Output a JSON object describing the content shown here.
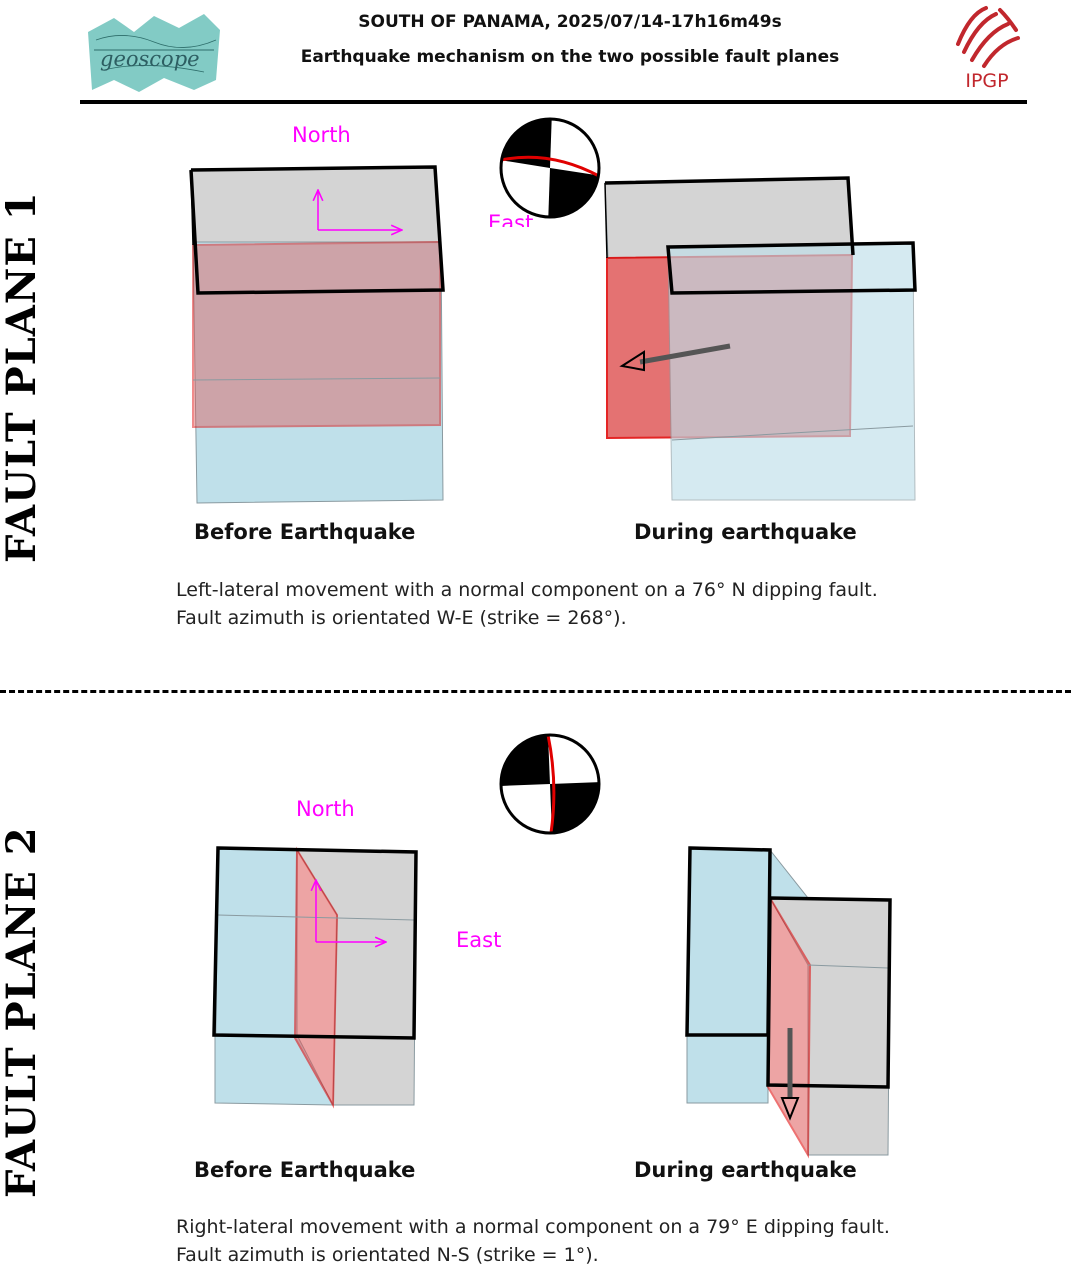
{
  "header": {
    "title": "SOUTH OF PANAMA, 2025/07/14-17h16m49s",
    "subtitle": "Earthquake mechanism on the two possible fault planes",
    "left_logo_text": "geoscope",
    "right_logo_text": "IPGP"
  },
  "colors": {
    "footwall_block": "#bfe0ea",
    "hangingwall_block": "#d4d4d4",
    "fault_plane": "#e05a5a",
    "direction_arrows": "#ff00ff",
    "outline": "#000000"
  },
  "planes": [
    {
      "side_label": "FAULT PLANE 1",
      "north_label": "North",
      "east_label": "East",
      "before_caption": "Before Earthquake",
      "during_caption": "During earthquake",
      "description_line1": "Left-lateral movement with a normal component on a 76° N dipping fault.",
      "description_line2": "Fault azimuth is orientated W-E (strike = 268°)."
    },
    {
      "side_label": "FAULT PLANE 2",
      "north_label": "North",
      "east_label": "East",
      "before_caption": "Before Earthquake",
      "during_caption": "During earthquake",
      "description_line1": "Right-lateral movement with a normal component on a 79° E dipping fault.",
      "description_line2": "Fault azimuth is orientated N-S (strike = 1°)."
    }
  ]
}
